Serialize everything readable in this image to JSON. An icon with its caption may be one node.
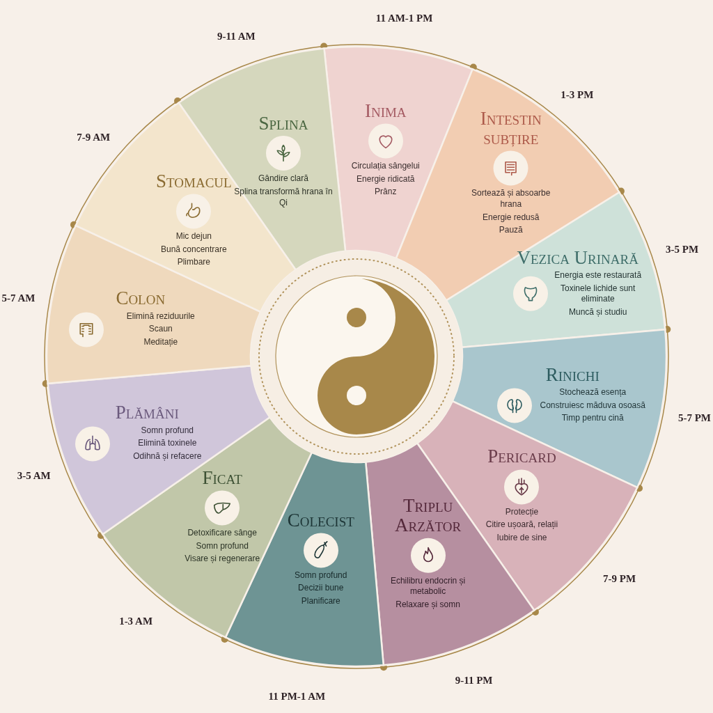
{
  "diagram": {
    "nodes": [
      {
        "text": [
          "Inima",
          "Circulația sângelui",
          "Energie ridicată",
          "Prânz"
        ],
        "beside": [
          "11 AM-1 PM"
        ]
      },
      {
        "text": [
          "Intestin subțire",
          "Sortează și absoarbe hrana",
          "Energie redusă",
          "Pauză"
        ],
        "beside": [
          "1-3 PM"
        ]
      },
      {
        "text": [
          "Vezica Urinară",
          "Energia este restaurată",
          "Toxinele lichide sunt eliminate",
          "Muncă și studiu"
        ],
        "beside": [
          "3-5 PM"
        ]
      },
      {
        "text": [
          "Rinichi",
          "Stochează esența",
          "Construiesc măduva osoasă",
          "Timp pentru cină"
        ],
        "beside": [
          "5-7 PM"
        ]
      },
      {
        "text": [
          "Pericard",
          "Protecție",
          "Citire ușoară, relații",
          "Iubire de sine"
        ],
        "beside": [
          "7-9 PM"
        ]
      },
      {
        "text": [
          "Triplu Arzător",
          "Echilibru endocrin și metabolic",
          "Relaxare și somn"
        ],
        "beside": [
          "9-11 PM"
        ]
      },
      {
        "text": [
          "Colecist",
          "Somn profund",
          "Decizii bune",
          "Planificare"
        ],
        "beside": [
          "11 PM-1 AM"
        ]
      },
      {
        "text": [
          "Ficat",
          "Detoxificare sânge",
          "Somn profund",
          "Visare și regenerare"
        ],
        "beside": [
          "1-3 AM"
        ]
      },
      {
        "text": [
          "Plămâni",
          "Somn profund",
          "Elimină toxinele",
          "Odihnă și refacere"
        ],
        "beside": [
          "3-5 AM"
        ]
      },
      {
        "text": [
          "Colon",
          "Elimină reziduurile",
          "Scaun",
          "Meditație"
        ],
        "beside": [
          "5-7 AM"
        ]
      },
      {
        "text": [
          "Stomacul",
          "Mic dejun",
          "Bună concentrare",
          "Plimbare"
        ],
        "beside": [
          "7-9 AM"
        ]
      },
      {
        "text": [
          "Splina",
          "Gândire clară",
          "Splina transformă hrana în Qi"
        ],
        "beside": [
          "9-11 AM"
        ]
      }
    ]
  }
}
